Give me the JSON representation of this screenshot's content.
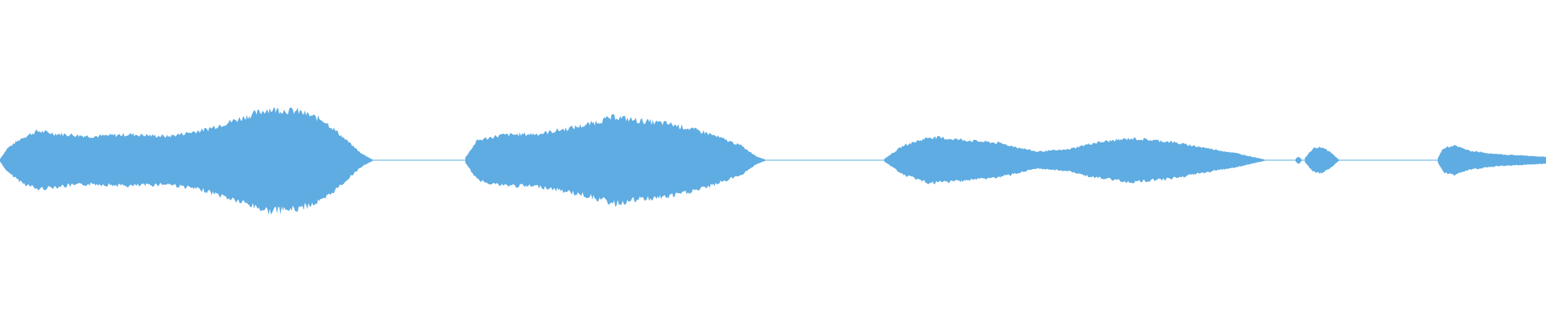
{
  "waveform": {
    "color": "#5eace2",
    "segments": [
      {
        "name": "segment-1",
        "t0": 0.0,
        "t1": 0.241,
        "env": [
          [
            0,
            0.02
          ],
          [
            0.02,
            0.18
          ],
          [
            0.06,
            0.34
          ],
          [
            0.1,
            0.44
          ],
          [
            0.15,
            0.4
          ],
          [
            0.25,
            0.36
          ],
          [
            0.35,
            0.39
          ],
          [
            0.45,
            0.36
          ],
          [
            0.55,
            0.46
          ],
          [
            0.65,
            0.64
          ],
          [
            0.72,
            0.77
          ],
          [
            0.8,
            0.74
          ],
          [
            0.87,
            0.6
          ],
          [
            0.93,
            0.3
          ],
          [
            0.97,
            0.1
          ],
          [
            1,
            0.01
          ]
        ]
      },
      {
        "name": "segment-2",
        "t0": 0.301,
        "t1": 0.495,
        "env": [
          [
            0,
            0.04
          ],
          [
            0.04,
            0.3
          ],
          [
            0.12,
            0.38
          ],
          [
            0.25,
            0.4
          ],
          [
            0.4,
            0.53
          ],
          [
            0.5,
            0.66
          ],
          [
            0.57,
            0.6
          ],
          [
            0.68,
            0.55
          ],
          [
            0.8,
            0.42
          ],
          [
            0.92,
            0.22
          ],
          [
            0.97,
            0.06
          ],
          [
            1,
            0.01
          ]
        ]
      },
      {
        "name": "segment-3",
        "t0": 0.572,
        "t1": 0.818,
        "env": [
          [
            0,
            0.02
          ],
          [
            0.05,
            0.22
          ],
          [
            0.12,
            0.35
          ],
          [
            0.2,
            0.31
          ],
          [
            0.3,
            0.26
          ],
          [
            0.4,
            0.13
          ],
          [
            0.48,
            0.16
          ],
          [
            0.55,
            0.26
          ],
          [
            0.65,
            0.33
          ],
          [
            0.75,
            0.28
          ],
          [
            0.85,
            0.18
          ],
          [
            0.93,
            0.1
          ],
          [
            1,
            0.01
          ]
        ]
      },
      {
        "name": "segment-4",
        "t0": 0.838,
        "t1": 0.842,
        "env": [
          [
            0,
            0.02
          ],
          [
            0.5,
            0.06
          ],
          [
            1,
            0.01
          ]
        ]
      },
      {
        "name": "segment-5",
        "t0": 0.844,
        "t1": 0.866,
        "env": [
          [
            0,
            0.03
          ],
          [
            0.25,
            0.18
          ],
          [
            0.5,
            0.2
          ],
          [
            0.75,
            0.12
          ],
          [
            1,
            0.01
          ]
        ]
      },
      {
        "name": "segment-6",
        "t0": 0.93,
        "t1": 1.0,
        "env": [
          [
            0,
            0.03
          ],
          [
            0.05,
            0.18
          ],
          [
            0.15,
            0.22
          ],
          [
            0.3,
            0.14
          ],
          [
            0.55,
            0.09
          ],
          [
            0.8,
            0.07
          ],
          [
            1,
            0.05
          ]
        ]
      }
    ]
  }
}
